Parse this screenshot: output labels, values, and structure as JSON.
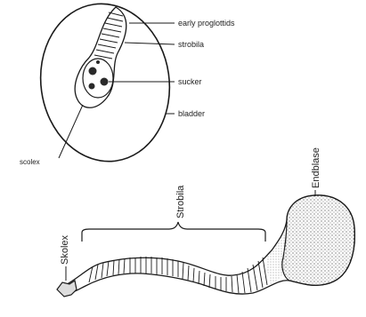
{
  "top_figure": {
    "labels": {
      "early_proglottids": "early proglottids",
      "strobila": "strobila",
      "sucker": "sucker",
      "bladder": "bladder",
      "scolex": "scolex"
    }
  },
  "bottom_figure": {
    "labels": {
      "skolex": "Skolex",
      "strobila": "Strobila",
      "endblase": "Endblase"
    }
  },
  "colors": {
    "line": "#1a1a1a",
    "background": "#ffffff",
    "stipple": "#444444"
  }
}
